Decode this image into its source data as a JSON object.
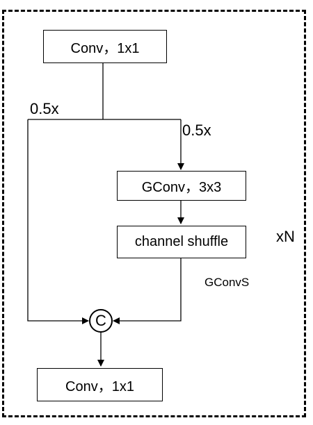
{
  "diagram": {
    "conv_top_label": "Conv，1x1",
    "split_left_label": "0.5x",
    "split_right_label": "0.5x",
    "gconv_label": "GConv，3x3",
    "shuffle_label": "channel shuffle",
    "gconvs_label": "GConvS",
    "concat_symbol": "C",
    "repeat_label": "xN",
    "conv_bottom_label": "Conv，1x1"
  }
}
